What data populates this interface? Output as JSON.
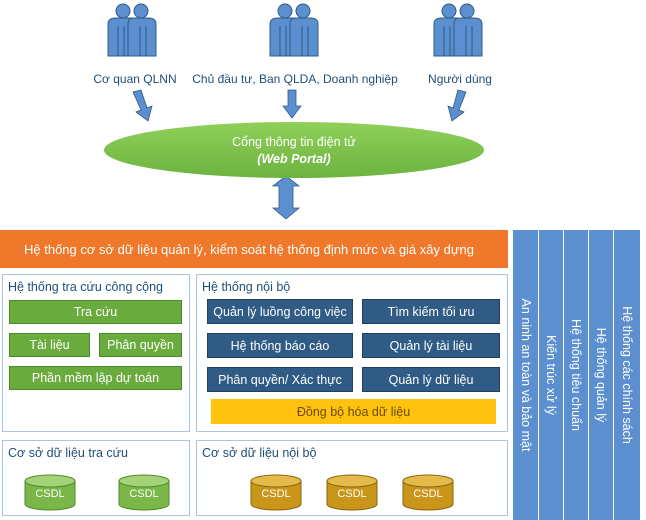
{
  "users": [
    {
      "label": "Cơ quan QLNN"
    },
    {
      "label": "Chủ đầu tư, Ban QLDA, Doanh nghiệp"
    },
    {
      "label": "Người dùng"
    }
  ],
  "portal": {
    "title": "Cổng thông tin điện tử",
    "subtitle": "(Web Portal)"
  },
  "banner": "Hệ thống cơ sở dữ liệu quản lý, kiểm soát hệ thống định mức và giá xây dựng",
  "public_system": {
    "title": "Hệ thống tra cứu công cộng",
    "lookup": "Tra cứu",
    "documents": "Tài liệu",
    "permissions": "Phân quyền",
    "estimate_software": "Phần mềm lập dự toán"
  },
  "internal_system": {
    "title": "Hệ thống nội bộ",
    "workflow": "Quản lý luồng công việc",
    "optimal_search": "Tìm kiếm tối ưu",
    "reports": "Hệ thống báo cáo",
    "document_mgmt": "Quản lý tài liệu",
    "auth": "Phân quyền/ Xác thực",
    "data_mgmt": "Quản lý dữ liệu",
    "sync": "Đồng bộ hóa dữ liệu"
  },
  "db_lookup": {
    "title": "Cơ sở dữ liệu tra cứu",
    "items": [
      "CSDL",
      "CSDL"
    ]
  },
  "db_internal": {
    "title": "Cơ sở dữ liệu nội bộ",
    "items": [
      "CSDL",
      "CSDL",
      "CSDL"
    ]
  },
  "columns": [
    "An ninh an toàn và bảo mật",
    "Kiến trúc xử lý",
    "Hệ thống tiêu chuẩn",
    "Hệ thống quản lý",
    "Hệ thống các chính sách"
  ],
  "colors": {
    "orange": "#f0782a",
    "green": "#6aab3e",
    "navy": "#2f5b85",
    "yellow": "#ffc20e",
    "blue": "#5b8fd0",
    "cyl_green": "#7ab648",
    "cyl_gold": "#c9961a"
  }
}
